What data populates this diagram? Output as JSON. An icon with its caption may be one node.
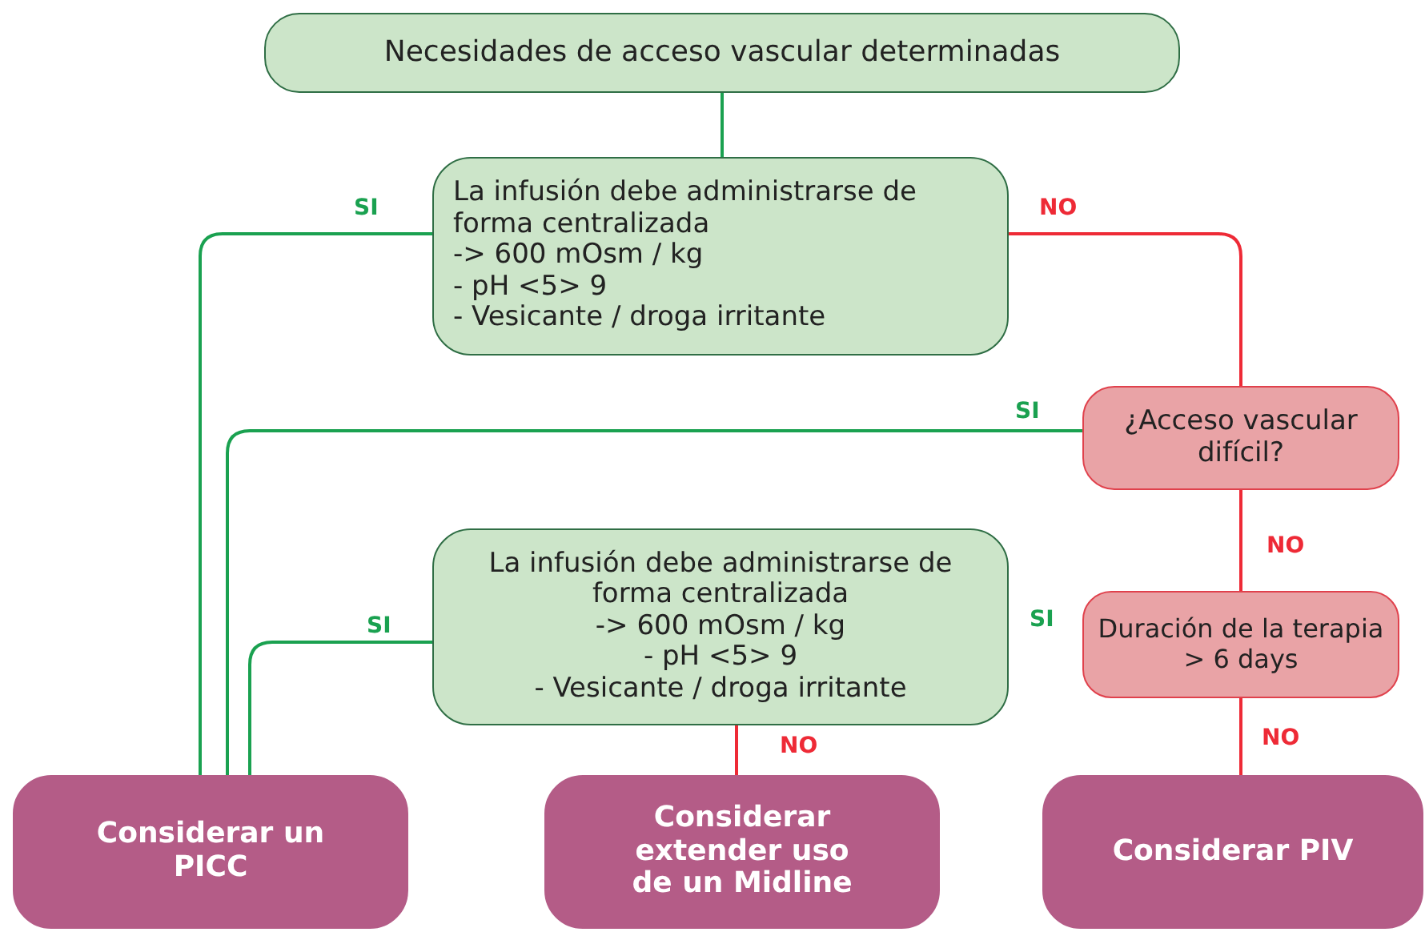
{
  "diagram": {
    "nodes": [
      {
        "text": [
          "Necesidades de acceso vascular determinadas"
        ]
      },
      {
        "text": [
          "La infusión debe administrarse de forma centralizada",
          "-> 600 mOsm / kg",
          "- pH <5> 9",
          "- Vesicante / droga irritante"
        ]
      },
      {
        "text": [
          "¿Acceso vascular difícil?"
        ]
      },
      {
        "text": [
          "La infusión debe administrarse de forma centralizada",
          "-> 600 mOsm / kg",
          "- pH <5> 9",
          "- Vesicante / droga irritante"
        ]
      },
      {
        "text": [
          "Duración de la terapia > 6 days"
        ]
      },
      {
        "text": [
          "Considerar un PICC"
        ]
      },
      {
        "text": [
          "Considerar extender uso de un Midline"
        ]
      },
      {
        "text": [
          "Considerar PIV"
        ]
      }
    ],
    "edges": [
      {
        "from": 0,
        "to": 1,
        "arrow": "none",
        "color": "#1aa150"
      },
      {
        "from": 1,
        "to": 5,
        "arrow": "none",
        "label": "SI",
        "color": "#1aa150"
      },
      {
        "from": 1,
        "to": 2,
        "arrow": "none",
        "label": "NO",
        "color": "#ee2a36"
      },
      {
        "from": 2,
        "to": 5,
        "arrow": "none",
        "label": "SI",
        "color": "#1aa150"
      },
      {
        "from": 2,
        "to": 4,
        "arrow": "none",
        "label": "NO",
        "color": "#ee2a36"
      },
      {
        "from": 3,
        "to": 5,
        "arrow": "none",
        "label": "SI",
        "color": "#1aa150"
      },
      {
        "from": 3,
        "to": 6,
        "arrow": "none",
        "label": "NO",
        "color": "#ee2a36"
      },
      {
        "from": 4,
        "to": 7,
        "arrow": "none",
        "label": "NO",
        "color": "#ee2a36"
      }
    ],
    "labels": [
      "SI"
    ]
  }
}
